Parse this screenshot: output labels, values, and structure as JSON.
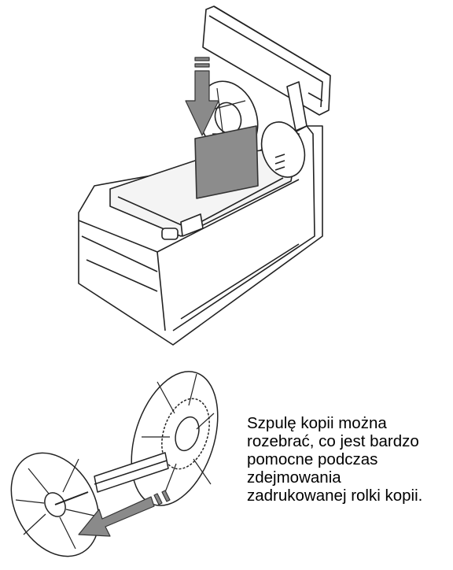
{
  "caption": {
    "lines": [
      "Szpulę kopii można",
      "rozebrać, co jest bardzo",
      "pomocne podczas",
      "zdejmowania",
      "zadrukowanej rolki kopii."
    ]
  },
  "illustrations": {
    "printer": {
      "icon": "printer-open-lid-illustration",
      "arrow_color": "#8a8a8a"
    },
    "spool": {
      "icon": "copy-spool-disassembly-illustration",
      "arrow_color": "#8a8a8a"
    }
  }
}
